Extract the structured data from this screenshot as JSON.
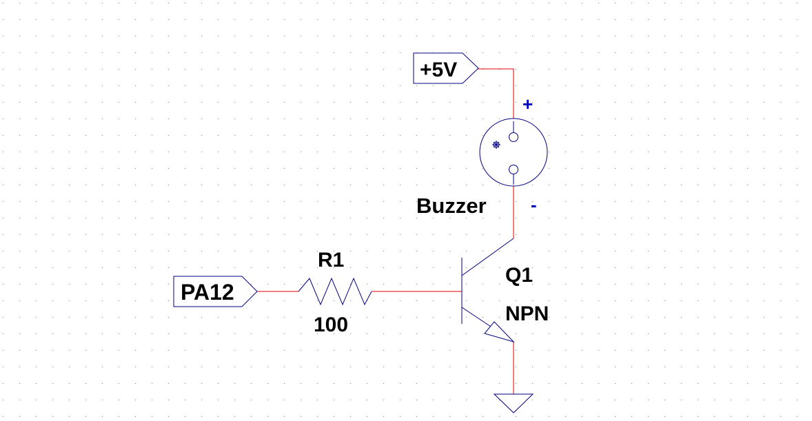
{
  "colors": {
    "background": "#ffffff",
    "grid_dot": "#808080",
    "wire": "#e00000",
    "component": "#000080",
    "text": "#000000",
    "polarity": "#0000c0"
  },
  "net_labels": {
    "supply": "+5V",
    "input": "PA12"
  },
  "buzzer": {
    "name": "Buzzer",
    "plus": "+",
    "minus": "-"
  },
  "resistor": {
    "ref": "R1",
    "value": "100"
  },
  "transistor": {
    "ref": "Q1",
    "type": "NPN"
  }
}
